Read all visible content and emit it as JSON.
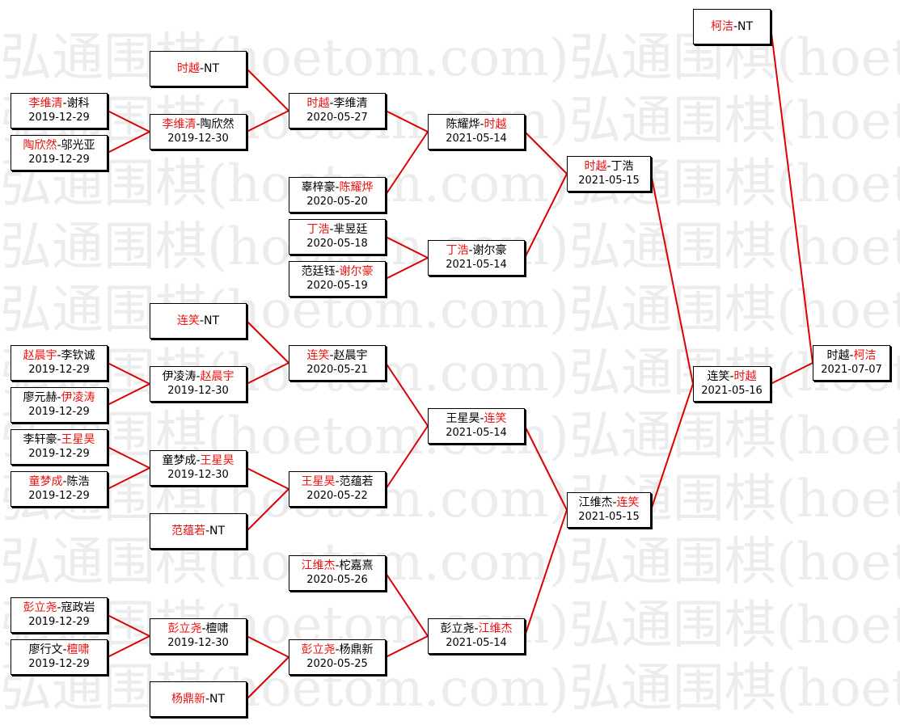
{
  "watermark": {
    "text": "弘通围棋(hoetom.com)"
  },
  "colors": {
    "winner": "#ee1111",
    "loser": "#000000",
    "connector": "#dd0000",
    "border": "#000000"
  },
  "matches": [
    {
      "id": "r1_01",
      "p1": "时越",
      "p2": "NT",
      "winner": 1,
      "date": ""
    },
    {
      "id": "r0_01",
      "p1": "李维清",
      "p2": "谢科",
      "winner": 1,
      "date": "2019-12-29"
    },
    {
      "id": "r0_02",
      "p1": "陶欣然",
      "p2": "邬光亚",
      "winner": 1,
      "date": "2019-12-29"
    },
    {
      "id": "r1_02",
      "p1": "李维清",
      "p2": "陶欣然",
      "winner": 1,
      "date": "2019-12-30"
    },
    {
      "id": "r2_01",
      "p1": "时越",
      "p2": "李维清",
      "winner": 1,
      "date": "2020-05-27"
    },
    {
      "id": "r2_02",
      "p1": "辜梓豪",
      "p2": "陈耀烨",
      "winner": 2,
      "date": "2020-05-20"
    },
    {
      "id": "r2_03",
      "p1": "丁浩",
      "p2": "芈昱廷",
      "winner": 1,
      "date": "2020-05-18"
    },
    {
      "id": "r2_04",
      "p1": "范廷钰",
      "p2": "谢尔豪",
      "winner": 2,
      "date": "2020-05-19"
    },
    {
      "id": "r3_01",
      "p1": "陈耀烨",
      "p2": "时越",
      "winner": 2,
      "date": "2021-05-14"
    },
    {
      "id": "r3_02",
      "p1": "丁浩",
      "p2": "谢尔豪",
      "winner": 1,
      "date": "2021-05-14"
    },
    {
      "id": "r4_01",
      "p1": "时越",
      "p2": "丁浩",
      "winner": 1,
      "date": "2021-05-15"
    },
    {
      "id": "r1_03",
      "p1": "连笑",
      "p2": "NT",
      "winner": 1,
      "date": ""
    },
    {
      "id": "r0_03",
      "p1": "赵晨宇",
      "p2": "李钦诚",
      "winner": 1,
      "date": "2019-12-29"
    },
    {
      "id": "r0_04",
      "p1": "廖元赫",
      "p2": "伊凌涛",
      "winner": 2,
      "date": "2019-12-29"
    },
    {
      "id": "r1_04",
      "p1": "伊凌涛",
      "p2": "赵晨宇",
      "winner": 2,
      "date": "2019-12-30"
    },
    {
      "id": "r2_05",
      "p1": "连笑",
      "p2": "赵晨宇",
      "winner": 1,
      "date": "2020-05-21"
    },
    {
      "id": "r0_05",
      "p1": "李轩豪",
      "p2": "王星昊",
      "winner": 2,
      "date": "2019-12-29"
    },
    {
      "id": "r0_06",
      "p1": "童梦成",
      "p2": "陈浩",
      "winner": 1,
      "date": "2019-12-29"
    },
    {
      "id": "r1_05",
      "p1": "童梦成",
      "p2": "王星昊",
      "winner": 2,
      "date": "2019-12-30"
    },
    {
      "id": "r1_06",
      "p1": "范蕴若",
      "p2": "NT",
      "winner": 1,
      "date": ""
    },
    {
      "id": "r2_06",
      "p1": "王星昊",
      "p2": "范蕴若",
      "winner": 1,
      "date": "2020-05-22"
    },
    {
      "id": "r3_03",
      "p1": "王星昊",
      "p2": "连笑",
      "winner": 2,
      "date": "2021-05-14"
    },
    {
      "id": "r2_07",
      "p1": "江维杰",
      "p2": "柁嘉熹",
      "winner": 1,
      "date": "2020-05-26"
    },
    {
      "id": "r0_07",
      "p1": "彭立尧",
      "p2": "寇政岩",
      "winner": 1,
      "date": "2019-12-29"
    },
    {
      "id": "r0_08",
      "p1": "廖行文",
      "p2": "檀啸",
      "winner": 2,
      "date": "2019-12-29"
    },
    {
      "id": "r1_07",
      "p1": "彭立尧",
      "p2": "檀啸",
      "winner": 1,
      "date": "2019-12-30"
    },
    {
      "id": "r1_08",
      "p1": "杨鼎新",
      "p2": "NT",
      "winner": 1,
      "date": ""
    },
    {
      "id": "r2_08",
      "p1": "彭立尧",
      "p2": "杨鼎新",
      "winner": 1,
      "date": "2020-05-25"
    },
    {
      "id": "r3_04",
      "p1": "彭立尧",
      "p2": "江维杰",
      "winner": 2,
      "date": "2021-05-14"
    },
    {
      "id": "r4_02",
      "p1": "江维杰",
      "p2": "连笑",
      "winner": 2,
      "date": "2021-05-15"
    },
    {
      "id": "r5_01",
      "p1": "连笑",
      "p2": "时越",
      "winner": 2,
      "date": "2021-05-16"
    },
    {
      "id": "r6_seed",
      "p1": "柯洁",
      "p2": "NT",
      "winner": 1,
      "date": ""
    },
    {
      "id": "final",
      "p1": "时越",
      "p2": "柯洁",
      "winner": 2,
      "date": "2021-07-07"
    }
  ]
}
